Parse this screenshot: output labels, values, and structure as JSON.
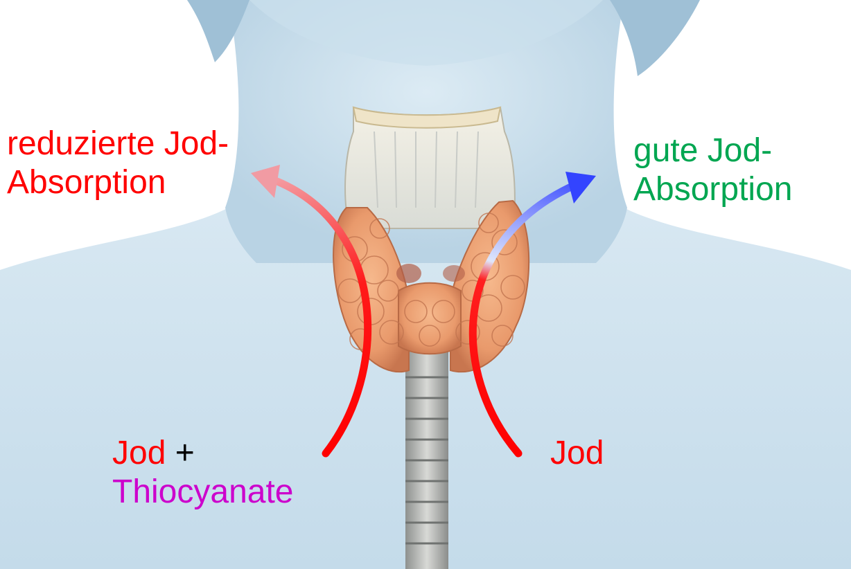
{
  "labels": {
    "left_top_line1": "reduzierte Jod-",
    "left_top_line2": "Absorption",
    "right_top_line1": "gute Jod-",
    "right_top_line2": "Absorption",
    "left_bottom_iodine": "Jod",
    "left_bottom_plus": "+",
    "left_bottom_thiocyanate": "Thiocyanate",
    "right_bottom_iodine": "Jod"
  },
  "colors": {
    "reduced_text": "#ff0000",
    "good_text": "#00a651",
    "iodine_text": "#ff0000",
    "thiocyanate_text": "#cc00cc",
    "left_arrow": "#ff0000",
    "right_arrow_start": "#ff0000",
    "right_arrow_end": "#3344ff",
    "background_skin": "#cfe2ee"
  },
  "icons": {
    "anatomy": "neck-thyroid-illustration",
    "left_arrow": "curved-arrow-up-left",
    "right_arrow": "curved-arrow-up-right"
  }
}
